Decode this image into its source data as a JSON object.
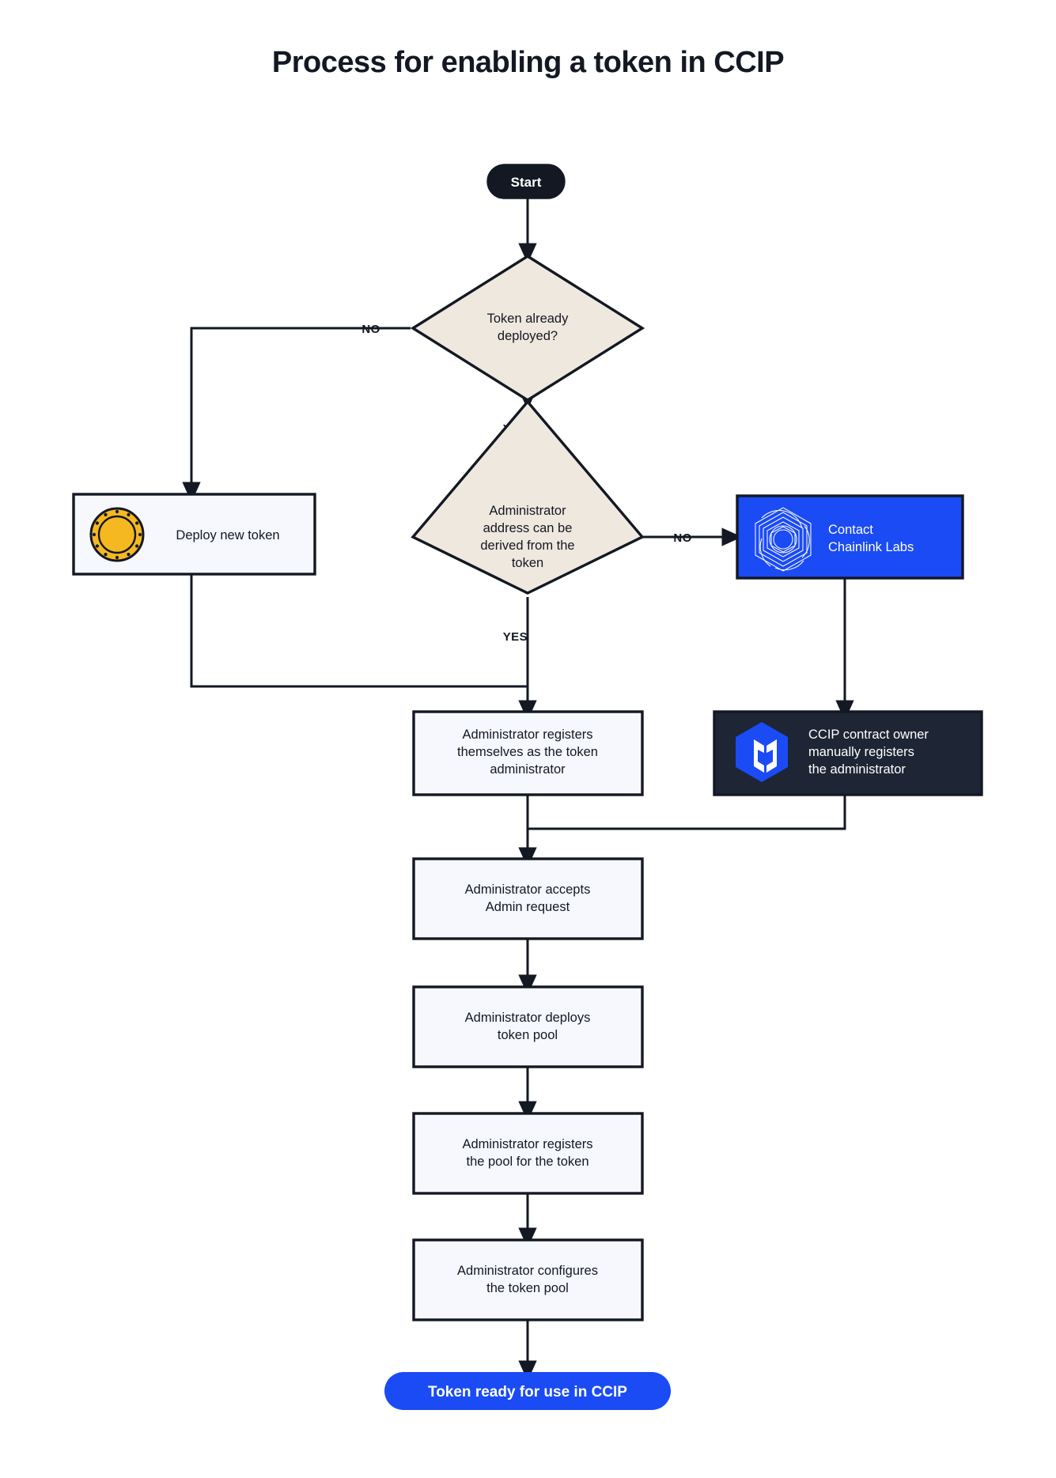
{
  "title": "Process for enabling a token in CCIP",
  "colors": {
    "ink": "#131823",
    "diamond_fill": "#efe8de",
    "box_fill": "#f6f8fd",
    "brand_blue": "#1a4bf5",
    "dark_panel": "#1e2535",
    "coin_gold": "#f5b820",
    "page_bg": "#ffffff"
  },
  "nodes": {
    "start": {
      "label": "Start",
      "shape": "pill-dark"
    },
    "decision_deployed": {
      "shape": "diamond",
      "lines": [
        "Token already",
        "deployed?"
      ]
    },
    "deploy_new_token": {
      "shape": "box",
      "lines": [
        "Deploy new token"
      ],
      "icon": "coin-icon"
    },
    "decision_admin_derived": {
      "shape": "diamond",
      "lines": [
        "Administrator",
        "address can be",
        "derived from the",
        "token"
      ]
    },
    "contact_chainlink": {
      "shape": "box-blue",
      "lines": [
        "Contact",
        "Chainlink Labs"
      ],
      "icon": "chainlink-logo-icon"
    },
    "admin_registers_self": {
      "shape": "box",
      "lines": [
        "Administrator registers",
        "themselves as the token",
        "administrator"
      ]
    },
    "ccip_owner_registers": {
      "shape": "box-dark",
      "lines": [
        "CCIP contract owner",
        "manually registers",
        "the administrator"
      ],
      "icon": "ccip-logo-icon"
    },
    "admin_accepts": {
      "shape": "box",
      "lines": [
        "Administrator accepts",
        "Admin request"
      ]
    },
    "admin_deploys_pool": {
      "shape": "box",
      "lines": [
        "Administrator deploys",
        "token pool"
      ]
    },
    "admin_registers_pool": {
      "shape": "box",
      "lines": [
        "Administrator registers",
        "the pool for the token"
      ]
    },
    "admin_configures_pool": {
      "shape": "box",
      "lines": [
        "Administrator configures",
        "the token pool"
      ]
    },
    "end": {
      "label": "Token ready for use in CCIP",
      "shape": "pill-blue"
    }
  },
  "edge_labels": {
    "deployed_no": "NO",
    "deployed_yes": "YES",
    "derived_no": "NO",
    "derived_yes": "YES"
  }
}
